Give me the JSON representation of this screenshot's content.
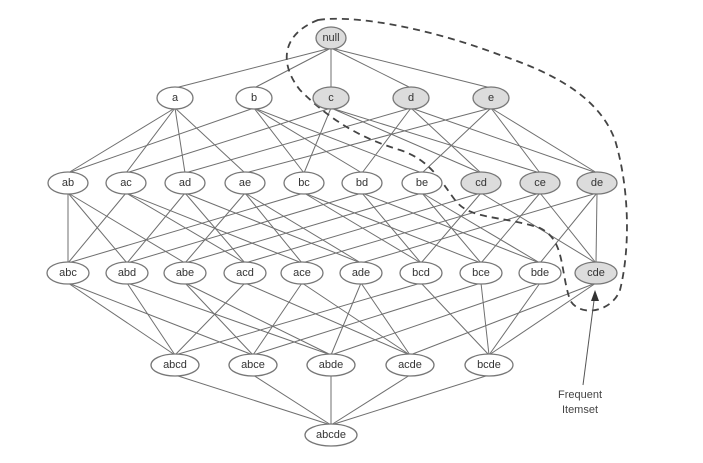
{
  "title": "Itemset lattice",
  "levels": [
    [
      "null"
    ],
    [
      "a",
      "b",
      "c",
      "d",
      "e"
    ],
    [
      "ab",
      "ac",
      "ad",
      "ae",
      "bc",
      "bd",
      "be",
      "cd",
      "ce",
      "de"
    ],
    [
      "abc",
      "abd",
      "abe",
      "acd",
      "ace",
      "ade",
      "bcd",
      "bce",
      "bde",
      "cde"
    ],
    [
      "abcd",
      "abce",
      "abde",
      "acde",
      "bcde"
    ],
    [
      "abcde"
    ]
  ],
  "frequent_itemsets": [
    "null",
    "c",
    "d",
    "e",
    "cd",
    "ce",
    "de",
    "cde"
  ],
  "annotation": {
    "line1": "Frequent",
    "line2": "Itemset"
  },
  "colors": {
    "frequent_fill": "#dcdcdc",
    "node_fill": "#ffffff",
    "edge": "#6f6f6f"
  }
}
